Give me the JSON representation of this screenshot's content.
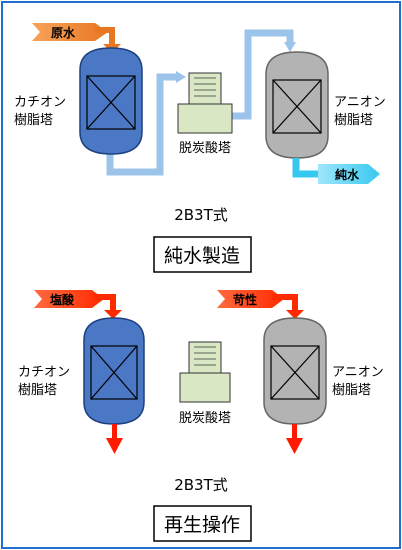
{
  "purification": {
    "inlet_label": "原水",
    "cation_tower_label": [
      "カチオン",
      "樹脂塔"
    ],
    "decarbonation_label": "脱炭酸塔",
    "anion_tower_label": [
      "アニオン",
      "樹脂塔"
    ],
    "outlet_label": "純水",
    "system_label": "2B3T式",
    "box_title": "純水製造"
  },
  "regeneration": {
    "acid_label": "塩酸",
    "caustic_label": "苛性",
    "cation_tower_label": [
      "カチオン",
      "樹脂塔"
    ],
    "decarbonation_label": "脱炭酸塔",
    "anion_tower_label": [
      "アニオン",
      "樹脂塔"
    ],
    "system_label": "2B3T式",
    "box_title": "再生操作"
  },
  "colors": {
    "frame": "#1f6fd1",
    "cation_vessel": "#4a78c4",
    "anion_vessel": "#b3b3b3",
    "decarb_vessel": "#d9e7c5",
    "inlet_arrow": "#e87722",
    "outlet_arrow": "#37c8f0",
    "pipe": "#9cc3ea",
    "regen_tag": "#ff2a00",
    "drain_arrow": "#ff1a00"
  }
}
